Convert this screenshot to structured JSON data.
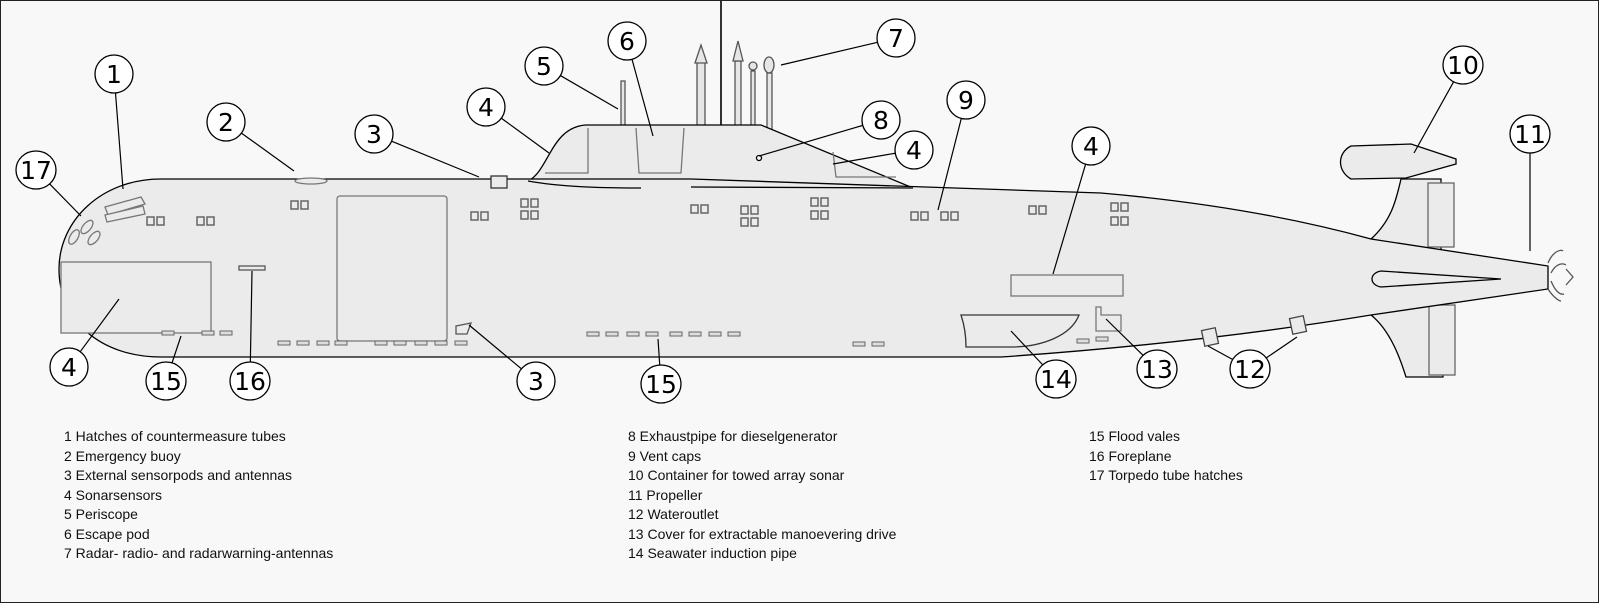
{
  "title": "Submarine component diagram",
  "callouts": [
    {
      "id": "1",
      "label": "1"
    },
    {
      "id": "2",
      "label": "2"
    },
    {
      "id": "3a",
      "label": "3"
    },
    {
      "id": "4a",
      "label": "4"
    },
    {
      "id": "5",
      "label": "5"
    },
    {
      "id": "6",
      "label": "6"
    },
    {
      "id": "7",
      "label": "7"
    },
    {
      "id": "8",
      "label": "8"
    },
    {
      "id": "4b",
      "label": "4"
    },
    {
      "id": "9",
      "label": "9"
    },
    {
      "id": "4c",
      "label": "4"
    },
    {
      "id": "10",
      "label": "10"
    },
    {
      "id": "11",
      "label": "11"
    },
    {
      "id": "17",
      "label": "17"
    },
    {
      "id": "4d",
      "label": "4"
    },
    {
      "id": "15a",
      "label": "15"
    },
    {
      "id": "16",
      "label": "16"
    },
    {
      "id": "3b",
      "label": "3"
    },
    {
      "id": "15b",
      "label": "15"
    },
    {
      "id": "14",
      "label": "14"
    },
    {
      "id": "13",
      "label": "13"
    },
    {
      "id": "12",
      "label": "12"
    }
  ],
  "legend": {
    "col1": [
      "1 Hatches of countermeasure tubes",
      "2 Emergency buoy",
      "3 External sensorpods and antennas",
      "4 Sonarsensors",
      "5 Periscope",
      "6 Escape pod",
      "7 Radar- radio- and radarwarning-antennas"
    ],
    "col2": [
      "8 Exhaustpipe for dieselgenerator",
      "9 Vent caps",
      "10 Container for towed array sonar",
      "11 Propeller",
      "12 Wateroutlet",
      "13 Cover for extractable manoevering drive",
      "14 Seawater induction pipe"
    ],
    "col3": [
      "15 Flood vales",
      "16 Foreplane",
      "17 Torpedo tube hatches"
    ]
  },
  "colors": {
    "hull": "#ebebeb",
    "background": "#f8f8f8",
    "outline": "#000000"
  }
}
